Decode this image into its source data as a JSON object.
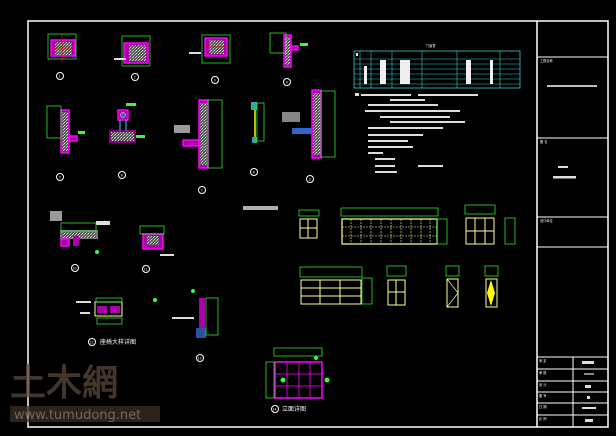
{
  "drawing": {
    "details": [
      {
        "num": "1"
      },
      {
        "num": "2"
      },
      {
        "num": "3"
      },
      {
        "num": "4"
      },
      {
        "num": "5"
      },
      {
        "num": "6"
      },
      {
        "num": "7"
      },
      {
        "num": "8"
      },
      {
        "num": "9"
      },
      {
        "num": "10"
      },
      {
        "num": "11"
      },
      {
        "num": "12"
      },
      {
        "num": "13"
      },
      {
        "num": "14"
      }
    ],
    "table_title": "门窗表",
    "elevation_title": "立面详图",
    "bench_title": "座椅大样详图"
  },
  "title_block": {
    "project_label": "工程名称",
    "drawing_label": "图 名",
    "design_label": "设计单位",
    "rows": [
      "审 定",
      "审 核",
      "设 计",
      "图 号",
      "日 期",
      "比 例"
    ]
  },
  "watermark": {
    "logo": "土木網",
    "url": "www.tumudong.net"
  },
  "colors": {
    "background": "#000000",
    "frame": "#ffffff",
    "dimension": "#33ff33",
    "section": "#ff00ff",
    "window": "#ffff99",
    "table": "#33cccc"
  }
}
